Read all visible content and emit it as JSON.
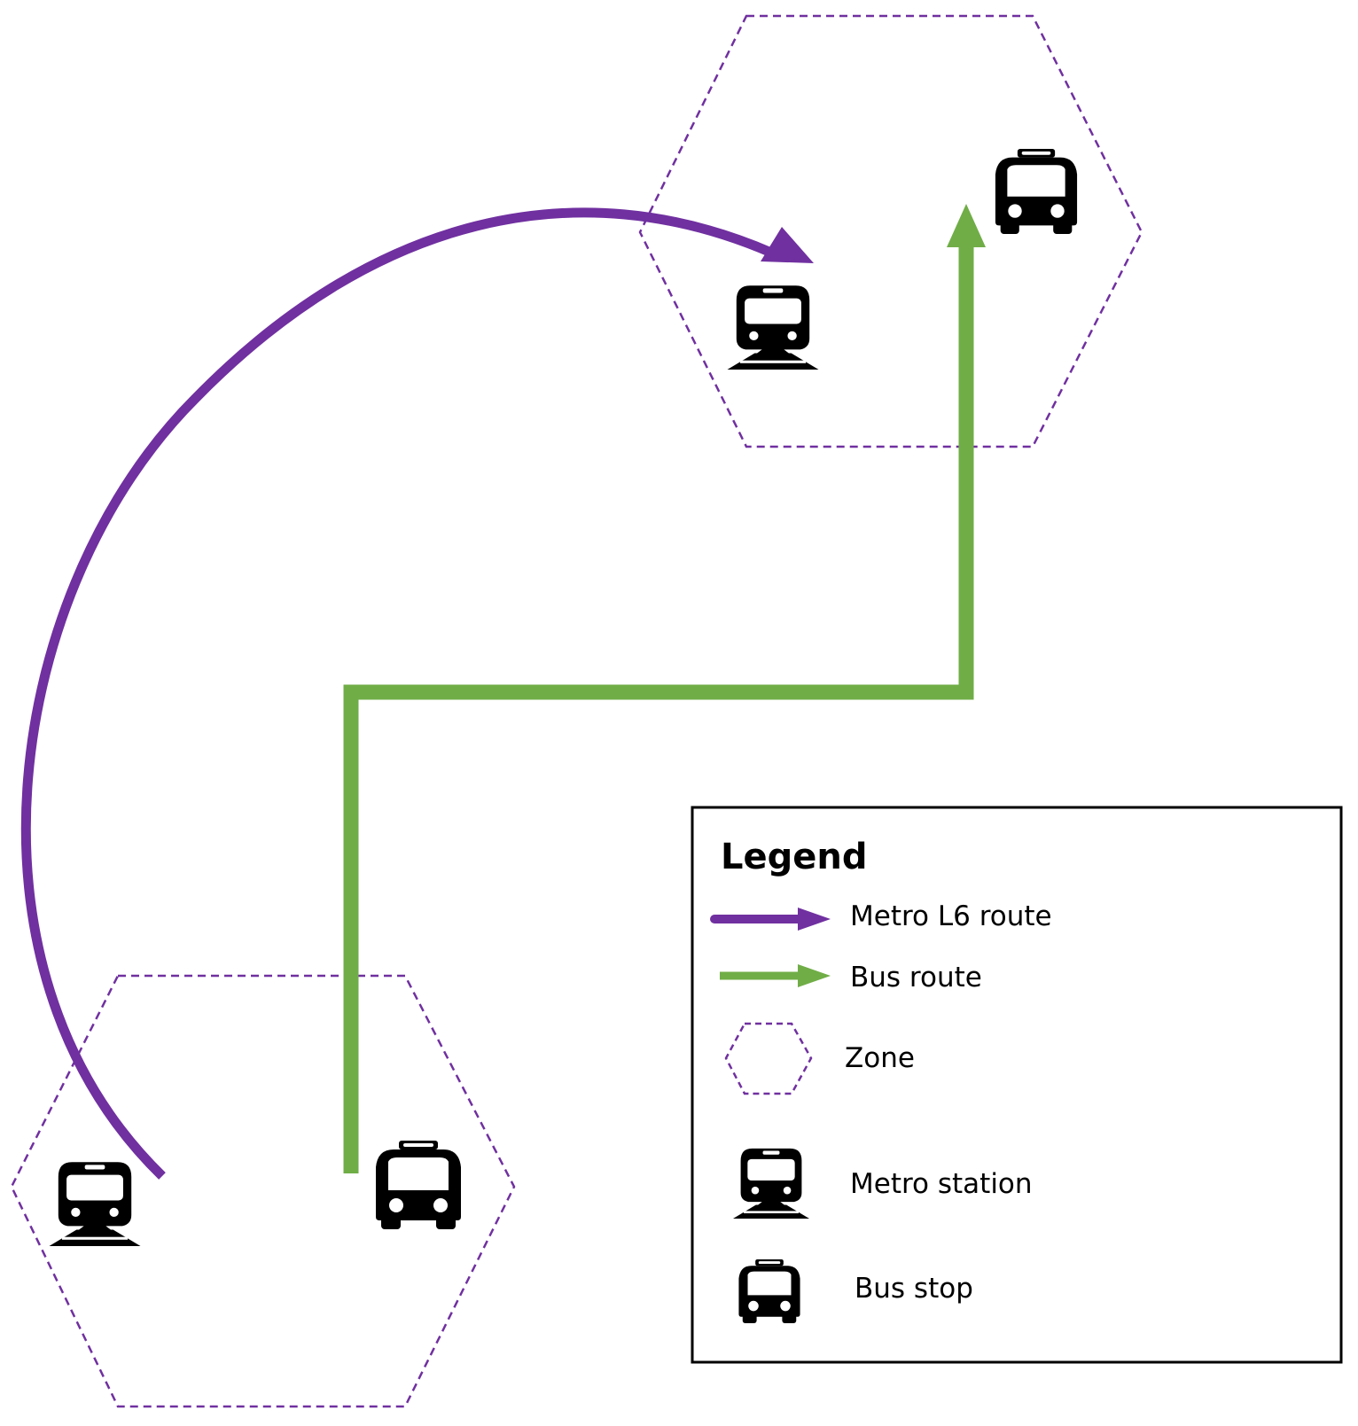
{
  "colors": {
    "metro": "#7030a0",
    "bus": "#70ad47",
    "zone_border": "#7030a0",
    "icon": "#000000",
    "legend_border": "#000000"
  },
  "zones": [
    {
      "name": "zone-destination",
      "contains": [
        "metro-station-icon",
        "bus-stop-icon"
      ]
    },
    {
      "name": "zone-origin",
      "contains": [
        "metro-station-icon",
        "bus-stop-icon"
      ]
    }
  ],
  "routes": [
    {
      "name": "metro-l6-route",
      "from": "zone-origin metro station",
      "to": "zone-destination metro station"
    },
    {
      "name": "bus-route",
      "from": "zone-origin bus stop",
      "to": "zone-destination bus stop"
    }
  ],
  "legend": {
    "title": "Legend",
    "items": [
      {
        "label": "Metro L6 route",
        "symbol": "purple-arrow-icon"
      },
      {
        "label": "Bus route",
        "symbol": "green-arrow-icon"
      },
      {
        "label": "Zone",
        "symbol": "dashed-hexagon-icon"
      },
      {
        "label": "Metro station",
        "symbol": "train-icon"
      },
      {
        "label": "Bus stop",
        "symbol": "bus-icon"
      }
    ]
  }
}
